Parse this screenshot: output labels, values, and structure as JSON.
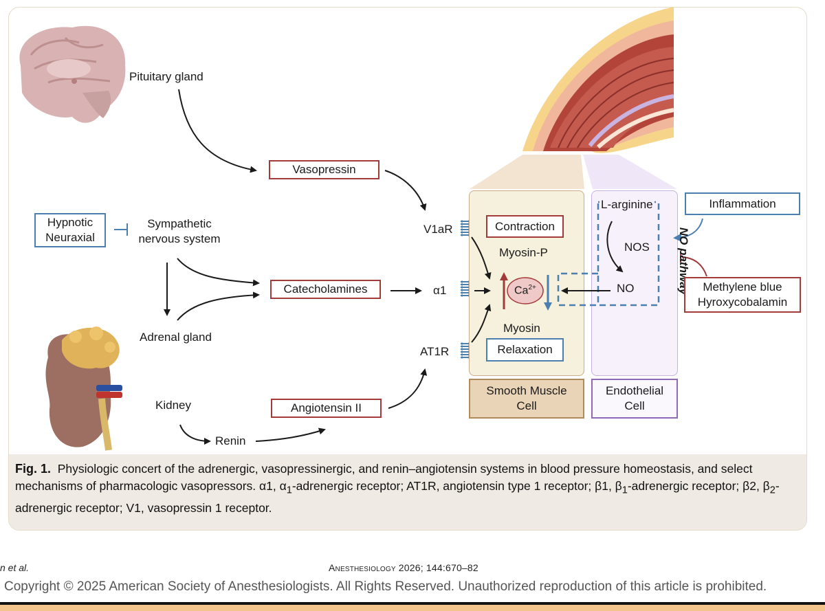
{
  "diagram": {
    "labels": {
      "pituitary": "Pituitary gland",
      "sympathetic": "Sympathetic\nnervous system",
      "adrenal": "Adrenal gland",
      "kidney": "Kidney",
      "renin": "Renin",
      "v1ar": "V1aR",
      "alpha1": "α1",
      "at1r": "AT1R",
      "myosin_p": "Myosin-P",
      "myosin": "Myosin",
      "ca": "Ca",
      "ca_sup": "2+",
      "l_arginine": "L-arginine",
      "nos": "NOS",
      "no": "NO",
      "no_pathway": "NO pathway"
    },
    "boxes": {
      "vasopressin": "Vasopressin",
      "catecholamines": "Catecholamines",
      "angiotensin": "Angiotensin II",
      "hypnotic": "Hypnotic\nNeuraxial",
      "contraction": "Contraction",
      "relaxation": "Relaxation",
      "inflammation": "Inflammation",
      "methylene": "Methylene blue\nHyroxycobalamin",
      "smooth_muscle": "Smooth Muscle\nCell",
      "endothelial": "Endothelial\nCell"
    },
    "colors": {
      "red_box": "#a33a3a",
      "blue_box": "#4a7fb0",
      "smc_panel": "#f6f1dd",
      "endo_panel": "#f7f1fb"
    }
  },
  "caption": {
    "fig_label": "Fig. 1.",
    "text_1": "Physiologic concert of the adrenergic, vasopressinergic, and renin–angiotensin systems in blood pressure homeostasis, and select mechanisms of pharmacologic vasopressors. α1, α",
    "sub_1": "1",
    "text_2": "-adrenergic receptor; AT1R, angiotensin type 1 receptor; β1, β",
    "sub_2": "1",
    "text_3": "-adrenergic receptor; β2, β",
    "sub_3": "2",
    "text_4": "-adrenergic receptor; V1, vasopressin 1 receptor."
  },
  "footer": {
    "author": "n et al.",
    "journal": "Anesthesiology 2026; 144:670–82",
    "copyright": "Copyright © 2025 American Society of Anesthesiologists. All Rights Reserved. Unauthorized reproduction of this article is prohibited."
  }
}
